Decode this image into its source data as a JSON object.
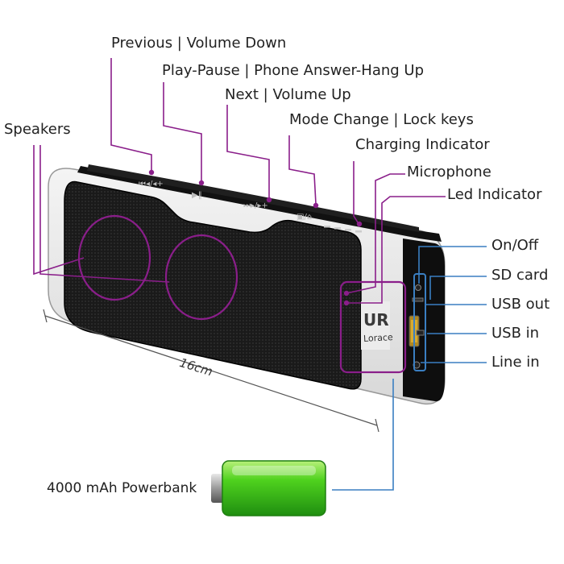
{
  "labels": {
    "previous": "Previous | Volume Down",
    "play_pause": "Play-Pause | Phone Answer-Hang Up",
    "next": "Next | Volume Up",
    "mode": "Mode Change | Lock keys",
    "charging": "Charging Indicator",
    "speakers": "Speakers",
    "microphone": "Microphone",
    "led": "Led Indicator",
    "onoff": "On/Off",
    "sdcard": "SD card",
    "usbout": "USB out",
    "usbin": "USB in",
    "linein": "Line in",
    "powerbank": "4000 mAh Powerbank",
    "dimension": "16cm"
  },
  "brand": {
    "name": "Lorace",
    "logo": "UR"
  },
  "colors": {
    "callout_purple": "#8a1e8a",
    "callout_blue": "#3a7fc2",
    "grille": "#1c1c1c",
    "battery_green": "#3cc41e"
  }
}
